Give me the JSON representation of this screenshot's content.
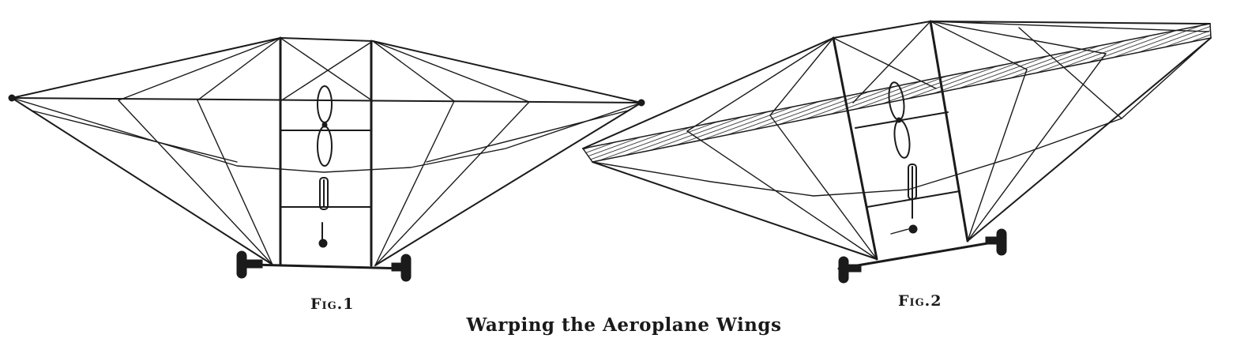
{
  "figures": [
    {
      "id": "fig1",
      "label": "Fig.1",
      "subject": "aeroplane-level-wings"
    },
    {
      "id": "fig2",
      "label": "Fig.2",
      "subject": "aeroplane-warped-wings"
    }
  ],
  "caption": "Warping the Aeroplane Wings",
  "colors": {
    "ink": "#1b1b1b",
    "paper": "#ffffff"
  }
}
